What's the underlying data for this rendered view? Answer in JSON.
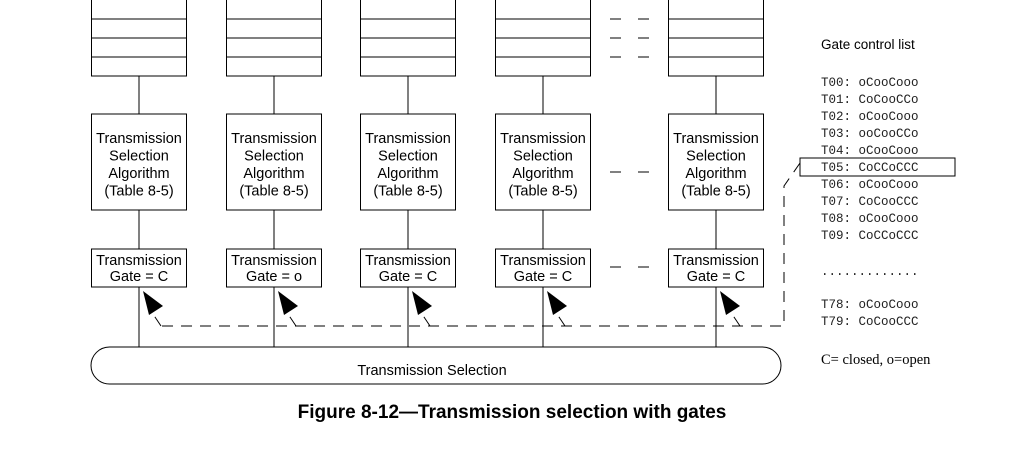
{
  "figure": {
    "caption": "Figure 8-12—Transmission selection with gates"
  },
  "diagram": {
    "algorithm_box_lines": [
      "Transmission",
      "Selection",
      "Algorithm",
      "(Table 8-5)"
    ],
    "gates": [
      {
        "line1": "Transmission",
        "line2": "Gate = C"
      },
      {
        "line1": "Transmission",
        "line2": "Gate = o"
      },
      {
        "line1": "Transmission",
        "line2": "Gate = C"
      },
      {
        "line1": "Transmission",
        "line2": "Gate = C"
      },
      {
        "line1": "Transmission",
        "line2": "Gate = C"
      }
    ],
    "selection_label": "Transmission Selection"
  },
  "gate_control_list": {
    "title": "Gate control list",
    "entries": [
      "T00: oCooCooo",
      "T01: CoCooCCo",
      "T02: oCooCooo",
      "T03: ooCooCCo",
      "T04: oCooCooo",
      "T05: CoCCoCCC",
      "T06: oCooCooo",
      "T07: CoCooCCC",
      "T08: oCooCooo",
      "T09: CoCCoCCC"
    ],
    "ellipsis": ".............",
    "tail_entries": [
      "T78: oCooCooo",
      "T79: CoCooCCC"
    ],
    "highlighted_entry": "T05: CoCCoCCC",
    "legend": "C= closed, o=open"
  }
}
